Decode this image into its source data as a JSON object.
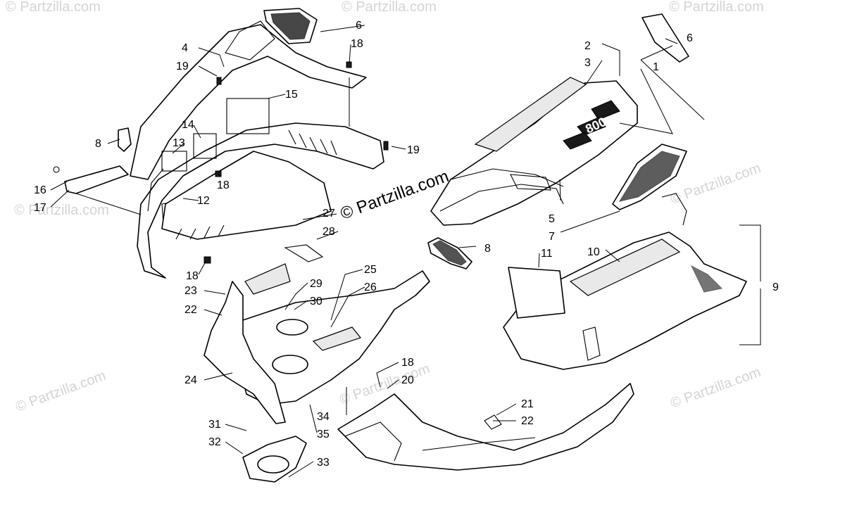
{
  "watermark": {
    "main": "© Partzilla.com",
    "faint": "© Partzilla.com"
  },
  "callouts": {
    "c1": "1",
    "c2": "2",
    "c3": "3",
    "c4": "4",
    "c5": "5",
    "c6a": "6",
    "c6b": "6",
    "c7": "7",
    "c8a": "8",
    "c8b": "8",
    "c9": "9",
    "c10": "10",
    "c11": "11",
    "c12": "12",
    "c13": "13",
    "c14": "14",
    "c15": "15",
    "c16": "16",
    "c17": "17",
    "c18a": "18",
    "c18b": "18",
    "c18c": "18",
    "c18d": "18",
    "c19a": "19",
    "c19b": "19",
    "c20": "20",
    "c21": "21",
    "c22a": "22",
    "c22b": "22",
    "c23": "23",
    "c24": "24",
    "c25": "25",
    "c26": "26",
    "c27": "27",
    "c28": "28",
    "c29": "29",
    "c30": "30",
    "c31": "31",
    "c32": "32",
    "c33": "33",
    "c34": "34",
    "c35": "35"
  },
  "decal_text": "800"
}
